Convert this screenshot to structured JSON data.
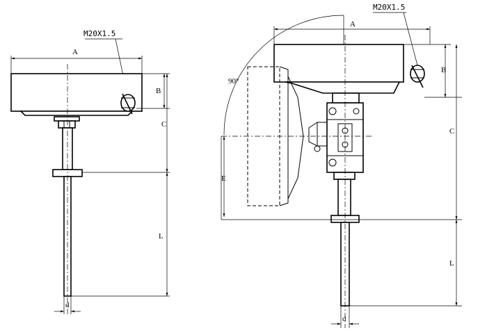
{
  "left_view": {
    "thread_label": "M20X1.5",
    "dim_A": "A",
    "dim_B": "B",
    "dim_C": "C",
    "dim_L": "L",
    "dim_d": "d"
  },
  "right_view": {
    "thread_label": "M20X1.5",
    "angle_label": "90°",
    "dim_A": "A",
    "dim_B": "B",
    "dim_C": "C",
    "dim_E": "E",
    "dim_L": "L",
    "dim_d": "d"
  }
}
